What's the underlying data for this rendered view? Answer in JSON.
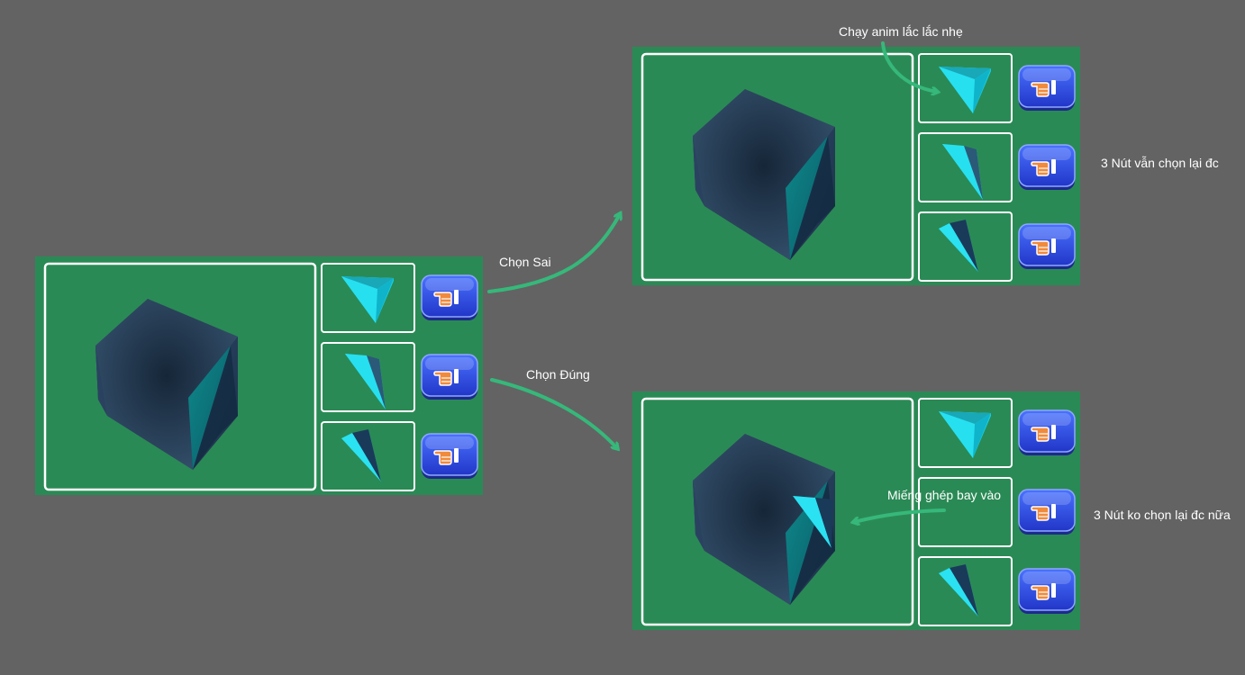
{
  "annotations": {
    "wrong_choice": "Chọn Sai",
    "right_choice": "Chọn Đúng",
    "shake_anim": "Chạy anim lắc lắc nhẹ",
    "buttons_still_selectable": "3 Nút vẫn chọn lại đc",
    "buttons_not_selectable": "3 Nút ko chọn lại đc nữa",
    "piece_flies_in": "Miếng ghép bay vào"
  },
  "panels": [
    {
      "id": "initial-state",
      "piece_placed": false,
      "shaking_option": null
    },
    {
      "id": "wrong-state",
      "piece_placed": false,
      "shaking_option": 1
    },
    {
      "id": "right-state",
      "piece_placed": true,
      "empty_option": 2
    }
  ],
  "options": [
    {
      "icon": "triangular-pyramid-piece-1",
      "button_icon": "pointing-hand-icon"
    },
    {
      "icon": "triangular-pyramid-piece-2",
      "button_icon": "pointing-hand-icon"
    },
    {
      "icon": "triangular-pyramid-piece-3",
      "button_icon": "pointing-hand-icon"
    }
  ],
  "colors": {
    "background": "#636363",
    "panel": "#2a8a55",
    "frame": "#ffffff",
    "arrow": "#36b87a",
    "cube": "#263e5a",
    "piece": "#22d8ea",
    "button": "#2f4fe0",
    "hand": "#f08a3c"
  }
}
